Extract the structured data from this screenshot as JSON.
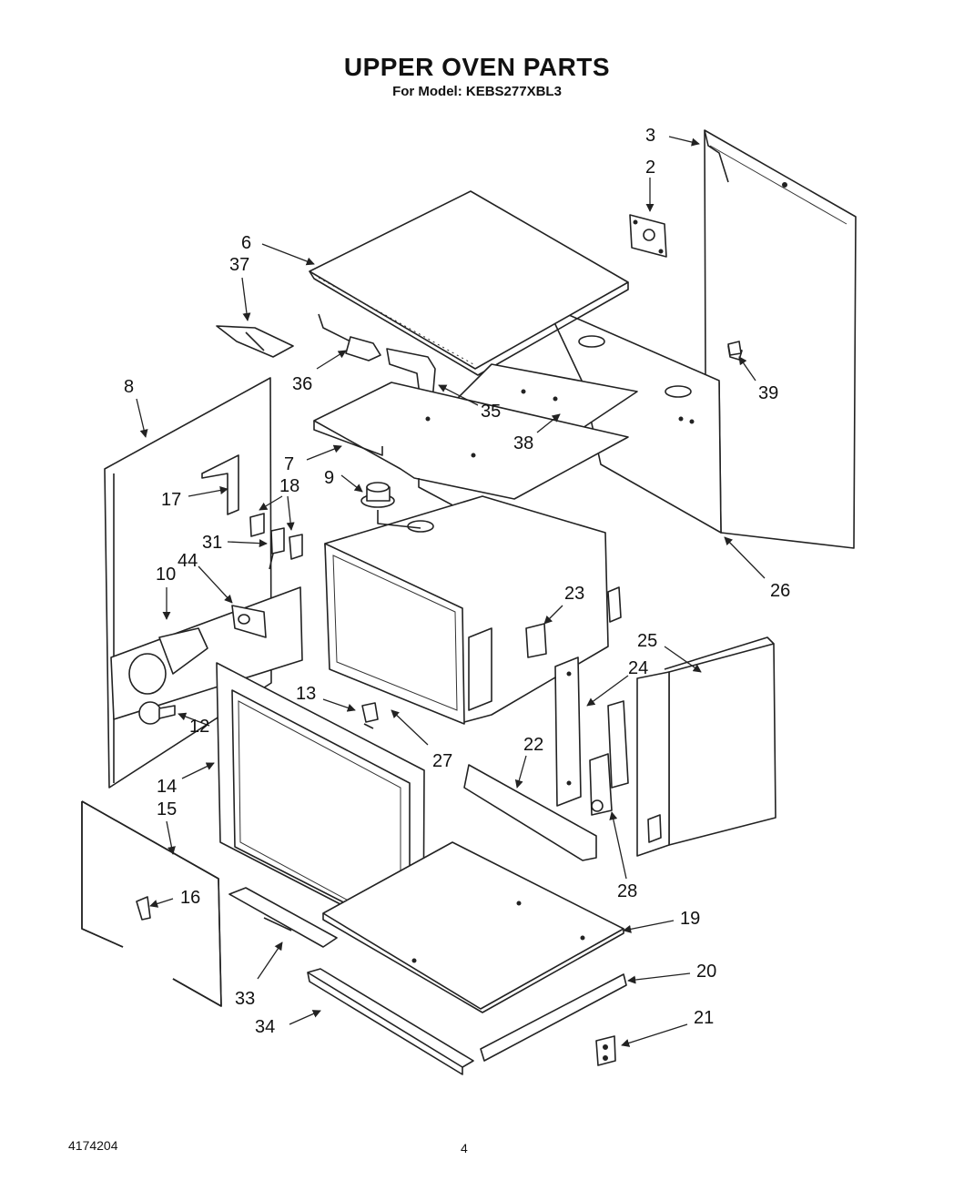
{
  "title": "UPPER OVEN PARTS",
  "subtitle": "For Model: KEBS277XBL3",
  "footer": {
    "doc_number": "4174204",
    "page_number": "4"
  },
  "callouts": [
    "3",
    "2",
    "6",
    "37",
    "36",
    "35",
    "38",
    "39",
    "8",
    "7",
    "9",
    "17",
    "18",
    "31",
    "10",
    "44",
    "26",
    "23",
    "25",
    "24",
    "13",
    "12",
    "27",
    "22",
    "14",
    "15",
    "16",
    "28",
    "19",
    "33",
    "20",
    "34",
    "21"
  ]
}
